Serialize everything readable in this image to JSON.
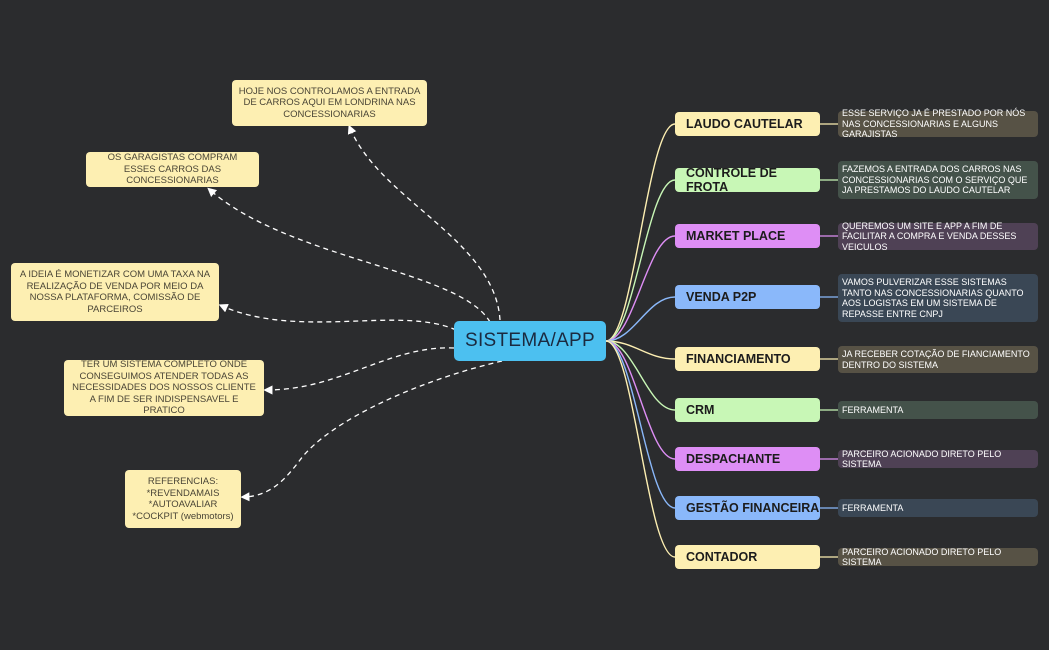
{
  "colors": {
    "background": "#2b2c2e",
    "central": "#4cc0f0",
    "yellow": "#fdefb2",
    "green": "#c8f7b6",
    "purple": "#de8ef5",
    "blue": "#8ab8fa",
    "detail_yellow": "#575245",
    "detail_green": "#44524a",
    "detail_purple": "#4f4155",
    "detail_blue": "#3a4755"
  },
  "central": {
    "label": "SISTEMA/APP"
  },
  "branches": [
    {
      "label": "LAUDO CAUTELAR",
      "color": "yellow",
      "detail": "ESSE SERVIÇO JA É PRESTADO POR NÓS NAS CONCESSIONARIAS E ALGUNS GARAJISTAS"
    },
    {
      "label": "CONTROLE DE FROTA",
      "color": "green",
      "detail": "FAZEMOS A ENTRADA DOS CARROS NAS CONCESSIONARIAS COM O SERVIÇO QUE JA PRESTAMOS DO LAUDO CAUTELAR"
    },
    {
      "label": "MARKET PLACE",
      "color": "purple",
      "detail": "QUEREMOS UM SITE E APP A FIM DE FACILITAR A COMPRA E VENDA DESSES VEICULOS"
    },
    {
      "label": "VENDA P2P",
      "color": "blue",
      "detail": "VAMOS PULVERIZAR ESSE SISTEMAS TANTO NAS CONCESSIONARIAS QUANTO AOS LOGISTAS EM UM SISTEMA DE REPASSE ENTRE CNPJ"
    },
    {
      "label": "FINANCIAMENTO",
      "color": "yellow",
      "detail": "JA RECEBER COTAÇÃO DE FIANCIAMENTO DENTRO DO SISTEMA"
    },
    {
      "label": "CRM",
      "color": "green",
      "detail": "FERRAMENTA"
    },
    {
      "label": "DESPACHANTE",
      "color": "purple",
      "detail": "PARCEIRO ACIONADO DIRETO PELO SISTEMA"
    },
    {
      "label": "GESTÃO FINANCEIRA",
      "color": "blue",
      "detail": "FERRAMENTA"
    },
    {
      "label": "CONTADOR",
      "color": "yellow",
      "detail": "PARCEIRO ACIONADO DIRETO PELO SISTEMA"
    }
  ],
  "notes": [
    {
      "text": "HOJE NOS CONTROLAMOS A ENTRADA DE CARROS AQUI EM LONDRINA NAS CONCESSIONARIAS"
    },
    {
      "text": "OS GARAGISTAS COMPRAM ESSES CARROS DAS CONCESSIONARIAS"
    },
    {
      "text": "A IDEIA É MONETIZAR COM UMA TAXA NA REALIZAÇÃO DE VENDA POR MEIO DA NOSSA PLATAFORMA, COMISSÃO DE PARCEIROS"
    },
    {
      "text": "TER UM SISTEMA COMPLETO ONDE CONSEGUIMOS ATENDER TODAS AS NECESSIDADES DOS NOSSOS CLIENTE A FIM DE SER INDISPENSAVEL E PRATICO"
    },
    {
      "text": "REFERENCIAS:\n*REVENDAMAIS\n*AUTOAVALIAR\n*COCKPIT (webmotors)"
    }
  ]
}
